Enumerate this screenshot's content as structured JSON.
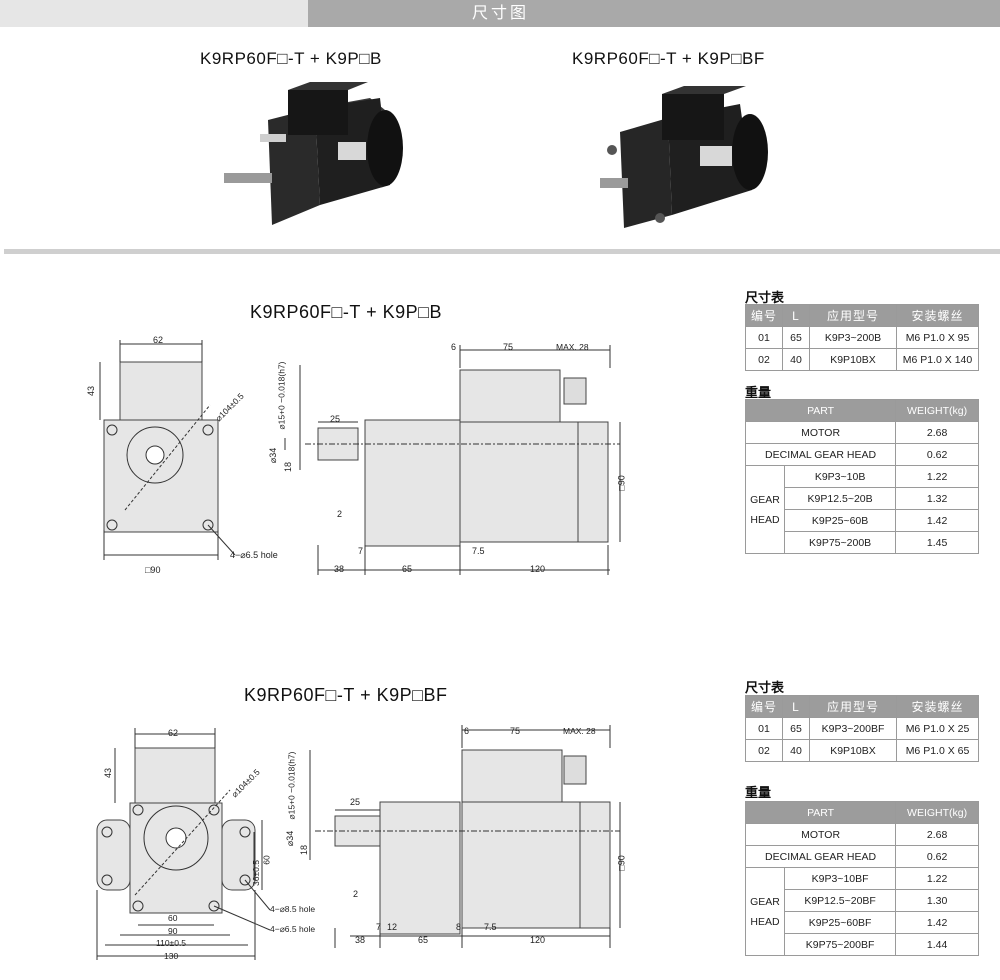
{
  "header": {
    "title": "尺寸图"
  },
  "top_models": {
    "left": "K9RP60F□-T + K9P□B",
    "right": "K9RP60F□-T + K9P□BF"
  },
  "diagram1": {
    "title": "K9RP60F□-T + K9P□B",
    "labels": {
      "w62": "62",
      "h43": "43",
      "pcd": "⌀104±0.5",
      "sq90": "□90",
      "hole": "4−⌀6.5 hole",
      "shaft": "⌀15+0 −0.018(h7)",
      "len25": "25",
      "d34": "⌀34",
      "d18": "18",
      "d2": "2",
      "d7": "7",
      "d7_5": "7.5",
      "d6": "6",
      "d75": "75",
      "max28": "MAX. 28",
      "d38": "38",
      "d65": "65",
      "d120": "120",
      "side90": "□90"
    }
  },
  "diagram2": {
    "title": "K9RP60F□-T + K9P□BF",
    "labels": {
      "w62": "62",
      "h43": "43",
      "pcd": "⌀104±0.5",
      "d36": "36±0.5",
      "d60": "60",
      "hole85": "4−⌀8.5 hole",
      "hole65": "4−⌀6.5 hole",
      "b60": "60",
      "b90": "90",
      "b110": "110±0.5",
      "b130": "130",
      "shaft": "⌀15+0 −0.018(h7)",
      "len25": "25",
      "d34": "⌀34",
      "d18": "18",
      "d2": "2",
      "d7": "7",
      "d12": "12",
      "d8": "8",
      "d7_5": "7.5",
      "d6": "6",
      "d75": "75",
      "max28": "MAX. 28",
      "d38": "38",
      "d65": "65",
      "d120": "120",
      "side90": "□90"
    }
  },
  "table1": {
    "dim_title": "尺寸表",
    "headers": [
      "编号",
      "L",
      "应用型号",
      "安装螺丝"
    ],
    "rows": [
      [
        "01",
        "65",
        "K9P3~200B",
        "M6 P1.0 X 95"
      ],
      [
        "02",
        "40",
        "K9P10BX",
        "M6 P1.0 X 140"
      ]
    ],
    "weight_title": "重量",
    "w_headers": [
      "PART",
      "WEIGHT(kg)"
    ],
    "w_rows": [
      [
        "MOTOR",
        "2.68"
      ],
      [
        "DECIMAL GEAR HEAD",
        "0.62"
      ]
    ],
    "gear_label_1": "GEAR",
    "gear_label_2": "HEAD",
    "gear_rows": [
      [
        "K9P3~10B",
        "1.22"
      ],
      [
        "K9P12.5~20B",
        "1.32"
      ],
      [
        "K9P25~60B",
        "1.42"
      ],
      [
        "K9P75~200B",
        "1.45"
      ]
    ]
  },
  "table2": {
    "dim_title": "尺寸表",
    "headers": [
      "编号",
      "L",
      "应用型号",
      "安装螺丝"
    ],
    "rows": [
      [
        "01",
        "65",
        "K9P3~200BF",
        "M6 P1.0 X 25"
      ],
      [
        "02",
        "40",
        "K9P10BX",
        "M6 P1.0 X 65"
      ]
    ],
    "weight_title": "重量",
    "w_headers": [
      "PART",
      "WEIGHT(kg)"
    ],
    "w_rows": [
      [
        "MOTOR",
        "2.68"
      ],
      [
        "DECIMAL GEAR HEAD",
        "0.62"
      ]
    ],
    "gear_label_1": "GEAR",
    "gear_label_2": "HEAD",
    "gear_rows": [
      [
        "K9P3~10BF",
        "1.22"
      ],
      [
        "K9P12.5~20BF",
        "1.30"
      ],
      [
        "K9P25~60BF",
        "1.42"
      ],
      [
        "K9P75~200BF",
        "1.44"
      ]
    ]
  }
}
